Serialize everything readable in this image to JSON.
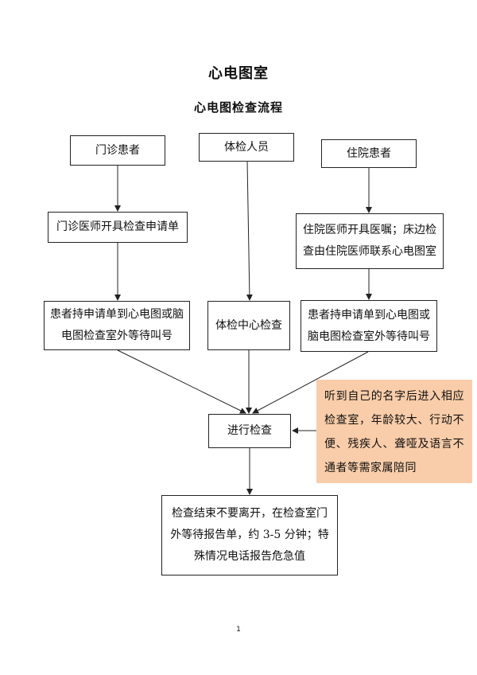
{
  "doc_title": "心电图室",
  "flow_title": "心电图检查流程",
  "nodes": {
    "outpatient": "门诊患者",
    "physical_exam": "体检人员",
    "inpatient": "住院患者",
    "outpatient_doctor": "门诊医师开具检查申请单",
    "inpatient_doctor": "住院医师开具医嘱；床边检查由住院医师联系心电图室",
    "outpatient_wait": "患者持申请单到心电图或脑电图检查室外等待叫号",
    "exam_center": "体检中心检查",
    "inpatient_wait": "患者持申请单到心电图或脑电图检查室外等待叫号",
    "perform_exam": "进行检查",
    "after_exam": "检查结束不要离开，在检查室门外等待报告单，约 3-5 分钟；特殊情况电话报告危急值"
  },
  "note": "听到自己的名字后进入相应检查室，年龄较大、行动不便、残疾人、聋哑及语言不通者等需家属陪同",
  "page_number": "1",
  "colors": {
    "note_bg": "#f9cda9",
    "line": "#222222"
  }
}
